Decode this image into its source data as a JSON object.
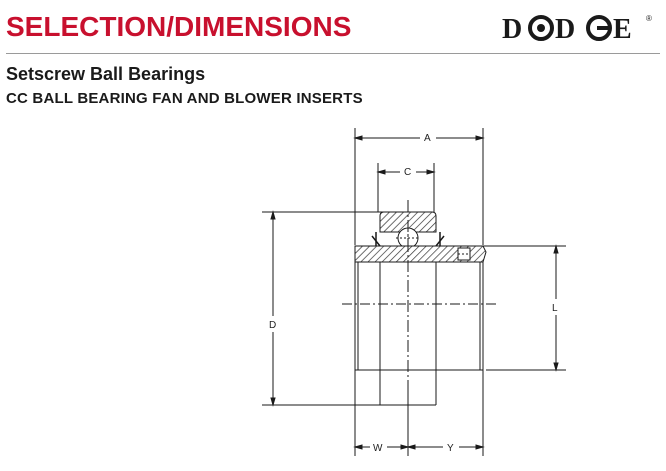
{
  "header": {
    "title": "SELECTION/DIMENSIONS",
    "brand": "DODGE",
    "brand_mark": "®",
    "title_color": "#c8102e"
  },
  "section": {
    "title": "Setscrew Ball Bearings",
    "subtitle": "CC BALL BEARING FAN AND BLOWER INSERTS"
  },
  "drawing": {
    "dimensions": {
      "a": "A",
      "c": "C",
      "d": "D",
      "l": "L",
      "w": "W",
      "y": "Y"
    }
  }
}
